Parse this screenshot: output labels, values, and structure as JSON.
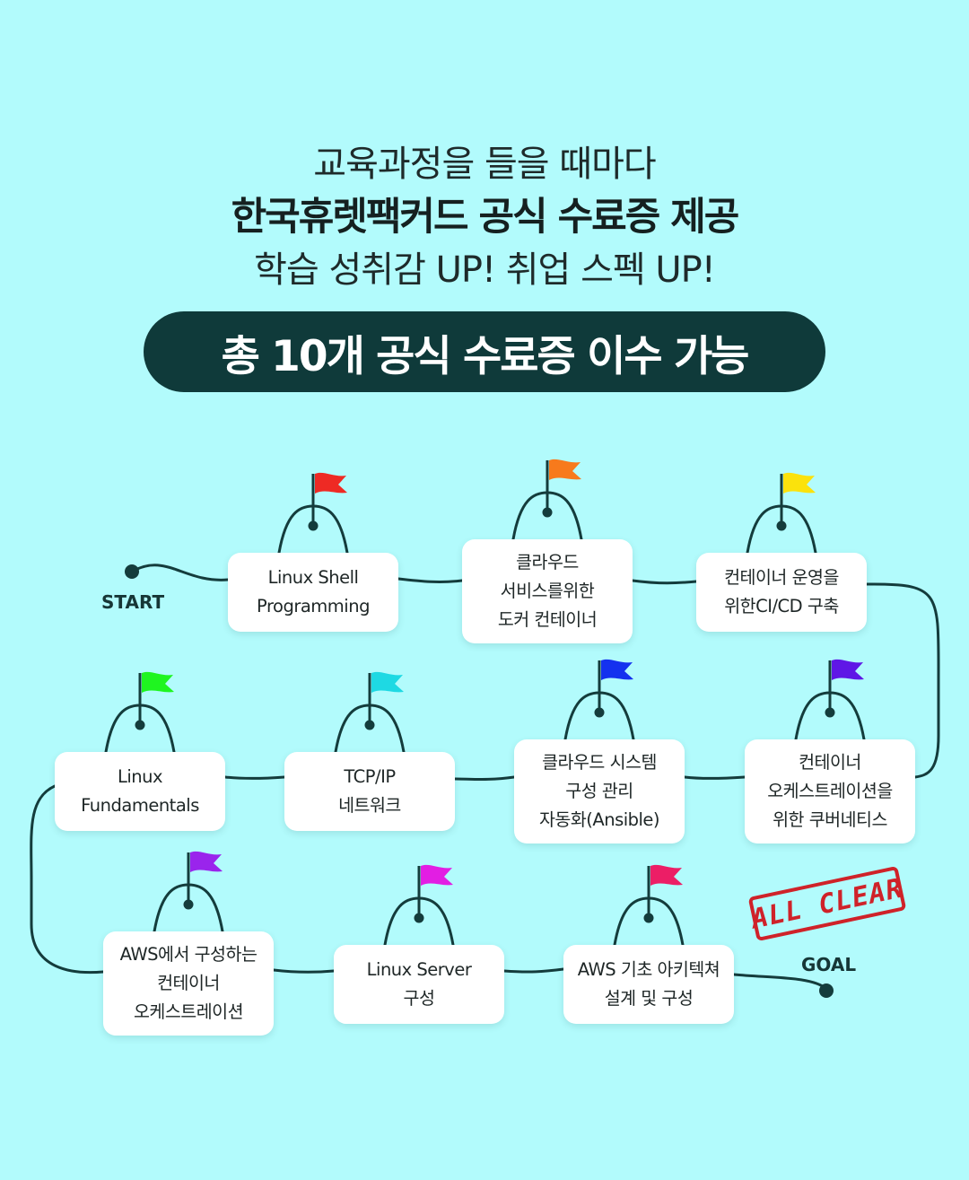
{
  "header": {
    "line1": "교육과정을 들을 때마다",
    "line2": "한국휴렛팩커드 공식 수료증 제공",
    "line3": "학습 성취감 UP! 취업 스펙 UP!",
    "badge": "총 10개 공식 수료증 이수 가능"
  },
  "roadmap": {
    "start_label": "START",
    "goal_label": "GOAL",
    "stamp": "ALL CLEAR",
    "path_color": "#143c3c",
    "steps": [
      {
        "lines": [
          "Linux Shell",
          "Programming"
        ],
        "flag_color": "#ee2a24"
      },
      {
        "lines": [
          "클라우드",
          "서비스를위한",
          "도커 컨테이너"
        ],
        "flag_color": "#f77a1c"
      },
      {
        "lines": [
          "컨테이너 운영을",
          "위한CI/CD 구축"
        ],
        "flag_color": "#fbe20c"
      },
      {
        "lines": [
          "컨테이너",
          "오케스트레이션을",
          "위한 쿠버네티스"
        ],
        "flag_color": "#5f17e6"
      },
      {
        "lines": [
          "클라우드 시스템",
          "구성 관리",
          "자동화(Ansible)"
        ],
        "flag_color": "#1431ef"
      },
      {
        "lines": [
          "TCP/IP",
          "네트워크"
        ],
        "flag_color": "#1ed9e3"
      },
      {
        "lines": [
          "Linux",
          "Fundamentals"
        ],
        "flag_color": "#1ff520"
      },
      {
        "lines": [
          "AWS에서 구성하는",
          "컨테이너",
          "오케스트레이션"
        ],
        "flag_color": "#9a24ec"
      },
      {
        "lines": [
          "Linux Server",
          "구성"
        ],
        "flag_color": "#e21ee3"
      },
      {
        "lines": [
          "AWS 기초 아키텍쳐",
          "설계 및 구성"
        ],
        "flag_color": "#ec1e66"
      }
    ]
  }
}
